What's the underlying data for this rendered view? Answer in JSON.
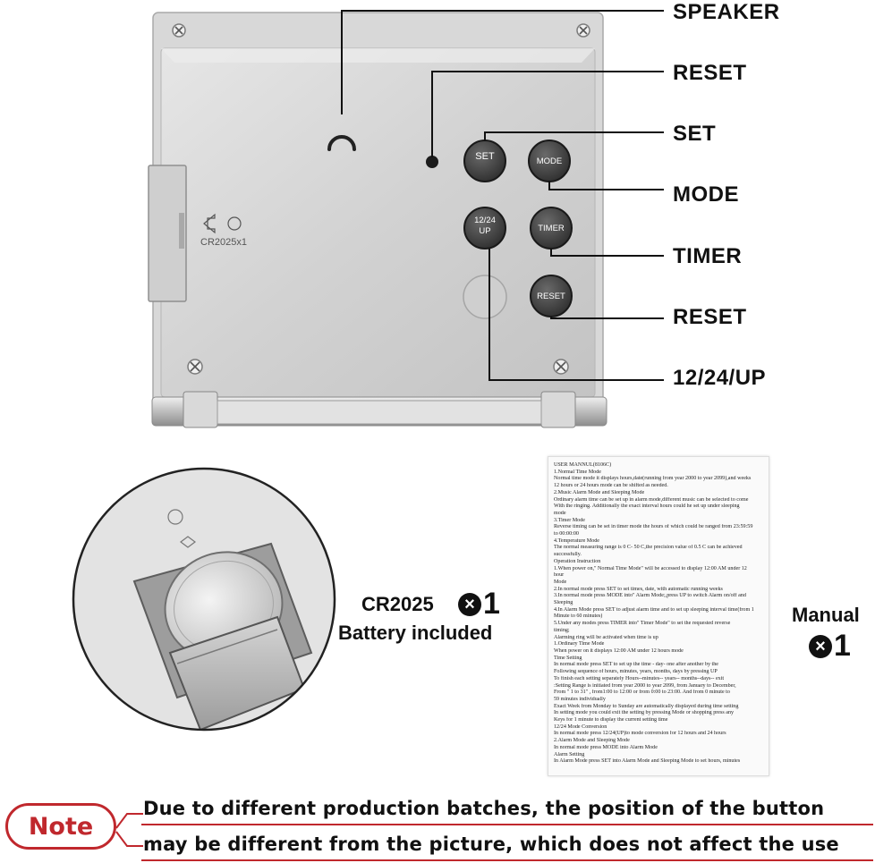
{
  "labels": {
    "speaker": "SPEAKER",
    "reset_top": "RESET",
    "set": "SET",
    "mode": "MODE",
    "timer": "TIMER",
    "reset_bottom": "RESET",
    "up": "12/24/UP"
  },
  "buttons": {
    "set": "SET",
    "mode": "MODE",
    "up_line1": "12/24",
    "up_line2": "UP",
    "timer": "TIMER",
    "reset": "RESET"
  },
  "battery_compartment_text": "CR2025x1",
  "battery": {
    "model": "CR2025",
    "quantity": "1",
    "caption": "Battery included"
  },
  "manual": {
    "caption": "Manual",
    "quantity": "1",
    "lines": [
      "USER MANNUL(8106C)",
      "1.Normal Time Mode",
      "Normal time mode it displays hours,date(running from year 2000 to year 2099),and weeks",
      "12 hours or 24 hours mode can be shifted as needed.",
      "2.Music Alarm Mode and Sleeping Mode",
      "Ordinary alarm time can be set up in alarm mode,different music can be selected to come",
      "With the ringing. Additionally the exact interval hours could he set up under sleeping",
      "mode",
      "3.Timer Mode",
      "Reverse timing can be set in timer mode the hours of which could be ranged from 23:59:59",
      "to 00:00:00",
      "4.Temperature Mode",
      "The normal measuring range is 0 C- 50 C,the precision value of 0.5 C can be achieved",
      "successfully.",
      "Operation Instruction",
      "1.When power on,\" Normal Time Mode\" will be accessed to display 12:00 AM under 12",
      "hour",
      "Mode",
      "2.In normal mode press SET to set times, date, with automatic running weeks",
      "3.In normal mode press MODE into\" Alarm Mode;,press UP to switch Alarm on/off and",
      "Sleeping",
      "4.In Alarm Mode press SET to adjust alarm time and to set up sleeping interval time(from 1",
      "Minute to 60 minutes)",
      "5.Under any modes press TIMER into\" Timer Mode\" to set the requested reverse",
      "timing;",
      "Alarming ring will be activated when time is up",
      "1.Ordinary Time Mode",
      " When power on it displays 12:00 AM under 12 hours mode",
      "Time Setting",
      "In normal mode press SET to set up the time - day- one after another by the",
      "Following sequence of hours, minutes, years, months, days by pressing UP",
      "To finish each setting separately Hours--minutes-- years-- months--days-- exit",
      ":Setting Range is initiated from year 2000 to year 2099, from January to December,",
      "From \" 1 to 31\" , from1:00 to 12:00 or from 0:00 to 23:00. And from 0 minute to",
      "59 minutes individually",
      "Exact Week from Monday to Sunday are automatically displayed during time setting",
      "In setting mode you could exit the setting by pressing Mode or shopping press any",
      "Keys for 1 minute to display the current setting time",
      "12/24 Mode Conversion",
      "In normal mode press 12/24(UP)to mode conversion for 12 hours and 24 hours",
      "2.Alarm Mode and Sleeping Mode",
      "In normal mode press MODE into Alarm Mode",
      "Alarm Setting",
      "In Alarm Mode press SET into Alarm Mode and Sleeping Mode to set hours, minutes"
    ]
  },
  "note": {
    "badge": "Note",
    "line1": "Due to different production batches, the position of the button",
    "line2": "may be different from the picture, which does not affect the use"
  },
  "colors": {
    "accent_red": "#c0282d",
    "device_silver": "#d4d4d4",
    "button_dark": "#4a4a4a"
  }
}
